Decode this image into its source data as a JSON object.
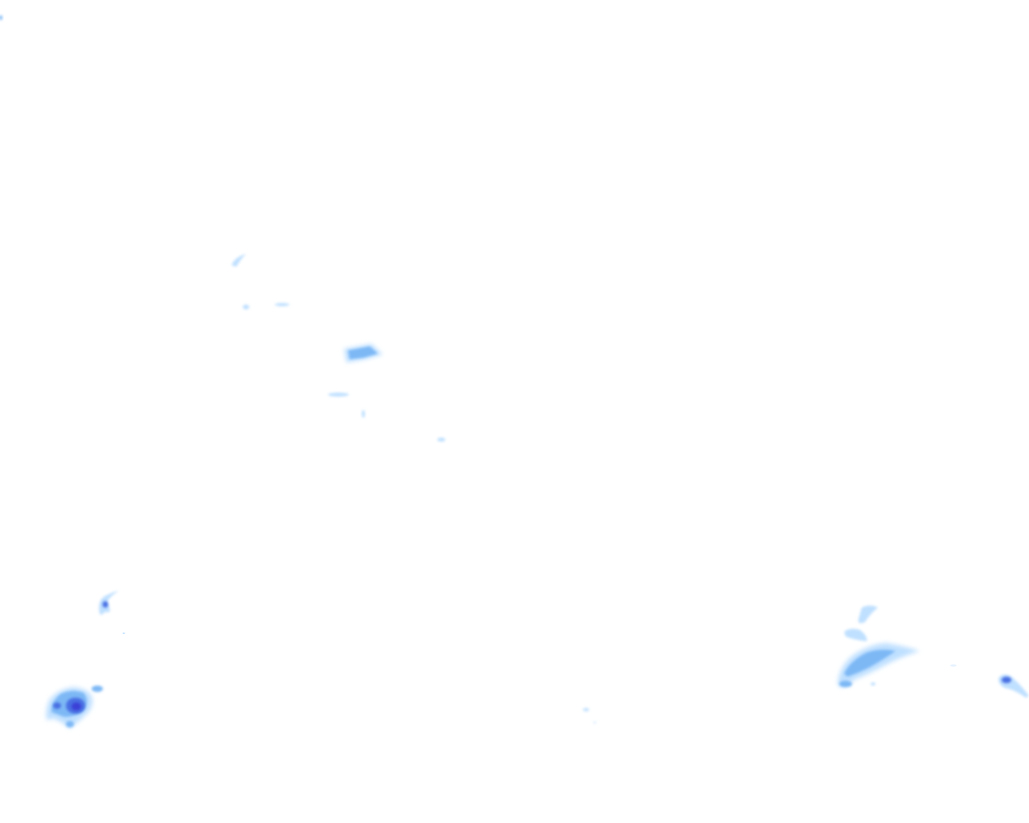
{
  "layer": {
    "type": "precipitation-radar-overlay",
    "background": "#ffffff",
    "palette": {
      "light": "#bfe0ff",
      "moderate": "#7db8f5",
      "heavy": "#4a6fe3",
      "intense": "#3b3fd6"
    }
  },
  "echoes": [
    {
      "name": "echo-top-left-speck",
      "intensity": "light"
    },
    {
      "name": "echo-north-central-fleck",
      "intensity": "light"
    },
    {
      "name": "echo-north-central-streaks",
      "intensity": "light"
    },
    {
      "name": "echo-central-patch",
      "intensity": "moderate"
    },
    {
      "name": "echo-central-streak",
      "intensity": "light"
    },
    {
      "name": "echo-central-small",
      "intensity": "light"
    },
    {
      "name": "echo-central-dot",
      "intensity": "light"
    },
    {
      "name": "echo-west-hook",
      "intensity": "moderate"
    },
    {
      "name": "echo-southwest-cell",
      "intensity": "intense"
    },
    {
      "name": "echo-south-central-dots",
      "intensity": "light"
    },
    {
      "name": "echo-southeast-band",
      "intensity": "moderate"
    },
    {
      "name": "echo-east-edge-cell",
      "intensity": "heavy"
    }
  ]
}
